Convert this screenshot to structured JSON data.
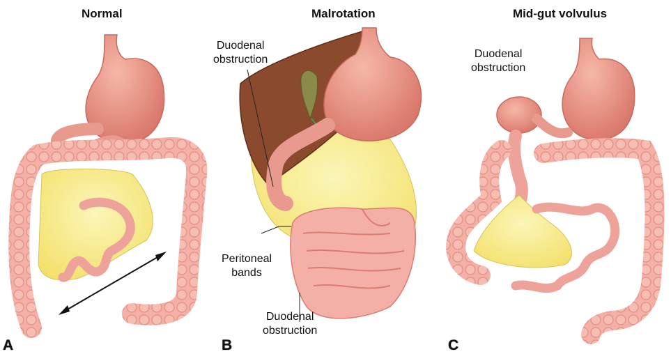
{
  "panels": [
    {
      "letter": "A",
      "title": "Normal"
    },
    {
      "letter": "B",
      "title": "Malrotation"
    },
    {
      "letter": "C",
      "title": "Mid-gut volvulus"
    }
  ],
  "labels": {
    "b_duodenal_top_1": "Duodenal",
    "b_duodenal_top_2": "obstruction",
    "b_peritoneal_1": "Peritoneal",
    "b_peritoneal_2": "bands",
    "b_duodenal_bottom_1": "Duodenal",
    "b_duodenal_bottom_2": "obstruction",
    "c_duodenal_1": "Duodenal",
    "c_duodenal_2": "obstruction"
  },
  "colors": {
    "bowel": "#f2a9a0",
    "bowel_edge": "#d97c72",
    "stomach": "#e8917f",
    "mesentery": "#f8ee8a",
    "liver": "#8b4a2e",
    "gallbladder": "#8a8a4a"
  }
}
